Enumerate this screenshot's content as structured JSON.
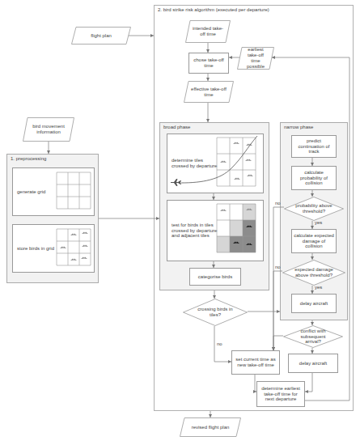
{
  "diagram": {
    "nodes": [
      {
        "text": [
          "flight plan"
        ]
      },
      {
        "text": [
          "bird movement information"
        ]
      },
      {
        "text": [
          "1. preprocessing"
        ]
      },
      {
        "text": [
          "generate grid"
        ],
        "in": 2
      },
      {
        "text": [
          "store birds in grid"
        ],
        "in": 2
      },
      {
        "text": [
          "2. bird strike risk algorithm (executed per departure)"
        ]
      },
      {
        "text": [
          "intended take-off time"
        ],
        "in": 5
      },
      {
        "text": [
          "earliest take-off time possible"
        ],
        "in": 5
      },
      {
        "text": [
          "chose take-off time"
        ],
        "in": 5
      },
      {
        "text": [
          "effective take-off time"
        ],
        "in": 5
      },
      {
        "text": [
          "broad phase"
        ],
        "in": 5
      },
      {
        "text": [
          "determine tiles crossed by departure"
        ],
        "in": 10
      },
      {
        "text": [
          "test for birds in tiles crossed by departure and adjacent tiles"
        ],
        "in": 10
      },
      {
        "text": [
          "categorise birds"
        ],
        "in": 10
      },
      {
        "text": [
          "narrow phase"
        ],
        "in": 5
      },
      {
        "text": [
          "predict continuation of track"
        ],
        "in": 14
      },
      {
        "text": [
          "calculate probability of collision"
        ],
        "in": 14
      },
      {
        "text": [
          "probability above threshold?"
        ],
        "in": 14
      },
      {
        "text": [
          "calculate expected damage of collision"
        ],
        "in": 14
      },
      {
        "text": [
          "expected damage above threshold?"
        ],
        "in": 14
      },
      {
        "text": [
          "delay aircraft"
        ],
        "in": 14
      },
      {
        "text": [
          "crossing birds in tiles?"
        ],
        "in": 5
      },
      {
        "text": [
          "conflict with subsequent arrival?"
        ],
        "in": 5
      },
      {
        "text": [
          "set current time as new take-off time"
        ],
        "in": 5
      },
      {
        "text": [
          "delay aircraft"
        ],
        "in": 5
      },
      {
        "text": [
          "determine earliest take-off time for next departure"
        ],
        "in": 5
      },
      {
        "text": [
          "revised flight plan"
        ]
      }
    ],
    "edges": [
      {
        "from": 0,
        "to": 5,
        "arrow": "to"
      },
      {
        "from": 1,
        "to": 2,
        "arrow": "to"
      },
      {
        "from": 2,
        "to": 10,
        "arrow": "to"
      },
      {
        "from": 6,
        "to": 8,
        "arrow": "to"
      },
      {
        "from": 7,
        "to": 8,
        "arrow": "to"
      },
      {
        "from": 8,
        "to": 9,
        "arrow": "to"
      },
      {
        "from": 9,
        "to": 10,
        "arrow": "to"
      },
      {
        "from": 11,
        "to": 12,
        "arrow": "to"
      },
      {
        "from": 12,
        "to": 13,
        "arrow": "to"
      },
      {
        "from": 10,
        "to": 21,
        "arrow": "to"
      },
      {
        "from": 21,
        "to": 14,
        "arrow": "to"
      },
      {
        "from": 21,
        "to": 23,
        "label": "no",
        "arrow": "to"
      },
      {
        "from": 15,
        "to": 16,
        "arrow": "to"
      },
      {
        "from": 16,
        "to": 17,
        "arrow": "to"
      },
      {
        "from": 17,
        "to": 18,
        "label": "yes",
        "arrow": "to"
      },
      {
        "from": 17,
        "to": 23,
        "label": "no",
        "arrow": "to"
      },
      {
        "from": 18,
        "to": 19,
        "arrow": "to"
      },
      {
        "from": 19,
        "to": 20,
        "label": "yes",
        "arrow": "to"
      },
      {
        "from": 19,
        "to": 23,
        "label": "no",
        "arrow": "to"
      },
      {
        "from": 14,
        "to": 22,
        "arrow": "to"
      },
      {
        "from": 22,
        "to": 24,
        "arrow": "to"
      },
      {
        "from": 22,
        "to": 23,
        "arrow": "to"
      },
      {
        "from": 23,
        "to": 25,
        "arrow": "to"
      },
      {
        "from": 24,
        "to": 25,
        "arrow": "to"
      },
      {
        "from": 25,
        "to": 7,
        "arrow": "to"
      },
      {
        "from": 5,
        "to": 26,
        "arrow": "to"
      }
    ]
  }
}
